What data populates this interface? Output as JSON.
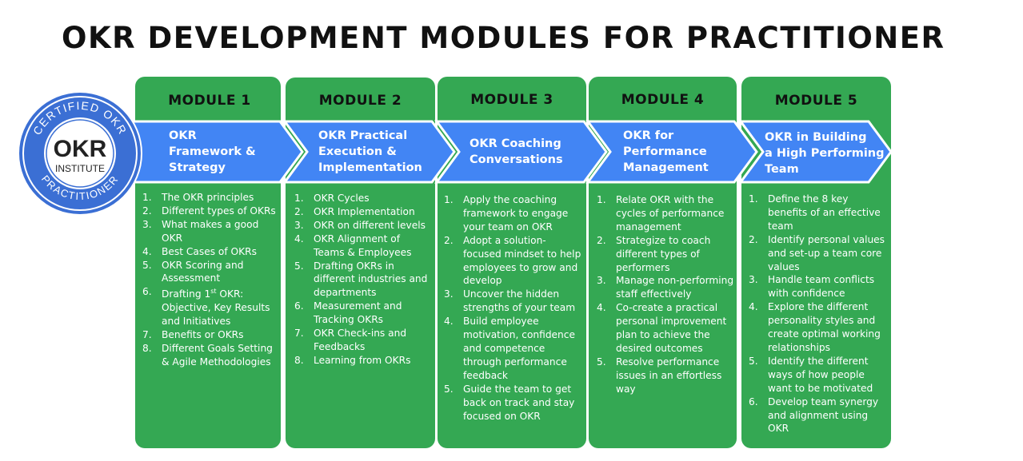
{
  "title": "OKR DEVELOPMENT MODULES FOR PRACTITIONER",
  "colors": {
    "green": "#34a853",
    "blue": "#4285f4",
    "badge_blue": "#3b6fd4"
  },
  "badge": {
    "top_text": "CERTIFIED OKR",
    "center": "OKR",
    "sub": "INSTITUTE",
    "bottom_text": "PRACTITIONER"
  },
  "modules": [
    {
      "label": "MODULE 1",
      "arrow_lines": [
        "OKR",
        "Framework &",
        "Strategy"
      ],
      "items": [
        "The OKR principles",
        "Different types of OKRs",
        "What makes a good OKR",
        "Best Cases of OKRs",
        "OKR Scoring and Assessment",
        "Drafting 1st OKR: Objective, Key Results and Initiatives",
        "Benefits or OKRs",
        "Different Goals Setting & Agile Methodologies"
      ]
    },
    {
      "label": "MODULE 2",
      "arrow_lines": [
        "OKR Practical",
        "Execution &",
        "Implementation"
      ],
      "items": [
        "OKR Cycles",
        "OKR Implementation",
        "OKR on different levels",
        "OKR Alignment of Teams & Employees",
        "Drafting OKRs in different industries and departments",
        "Measurement and Tracking OKRs",
        "OKR Check-ins and Feedbacks",
        "Learning from OKRs"
      ]
    },
    {
      "label": "MODULE 3",
      "arrow_lines": [
        "OKR Coaching",
        "Conversations"
      ],
      "items": [
        "Apply the coaching framework to engage your team on OKR",
        "Adopt a solution-focused mindset to help employees to grow and develop",
        "Uncover the hidden strengths of your team",
        "Build employee motivation, confidence and competence through performance feedback",
        "Guide the team to get back on track and stay focused on OKR"
      ]
    },
    {
      "label": "MODULE 4",
      "arrow_lines": [
        "OKR for",
        "Performance",
        "Management"
      ],
      "items": [
        "Relate OKR with the cycles of performance management",
        "Strategize to coach different types of performers",
        "Manage non-performing staff effectively",
        "Co-create a practical personal improvement plan to achieve the desired outcomes",
        "Resolve performance issues in an effortless way"
      ]
    },
    {
      "label": "MODULE 5",
      "arrow_lines": [
        "OKR in Building",
        "a High Performing",
        "Team"
      ],
      "items": [
        "Define the 8 key benefits of an effective team",
        "Identify personal values and set-up a team core values",
        "Handle team conflicts with confidence",
        "Explore the different personality styles and create optimal working relationships",
        "Identify the different ways of how people want to be motivated",
        "Develop team synergy and alignment using OKR"
      ]
    }
  ]
}
